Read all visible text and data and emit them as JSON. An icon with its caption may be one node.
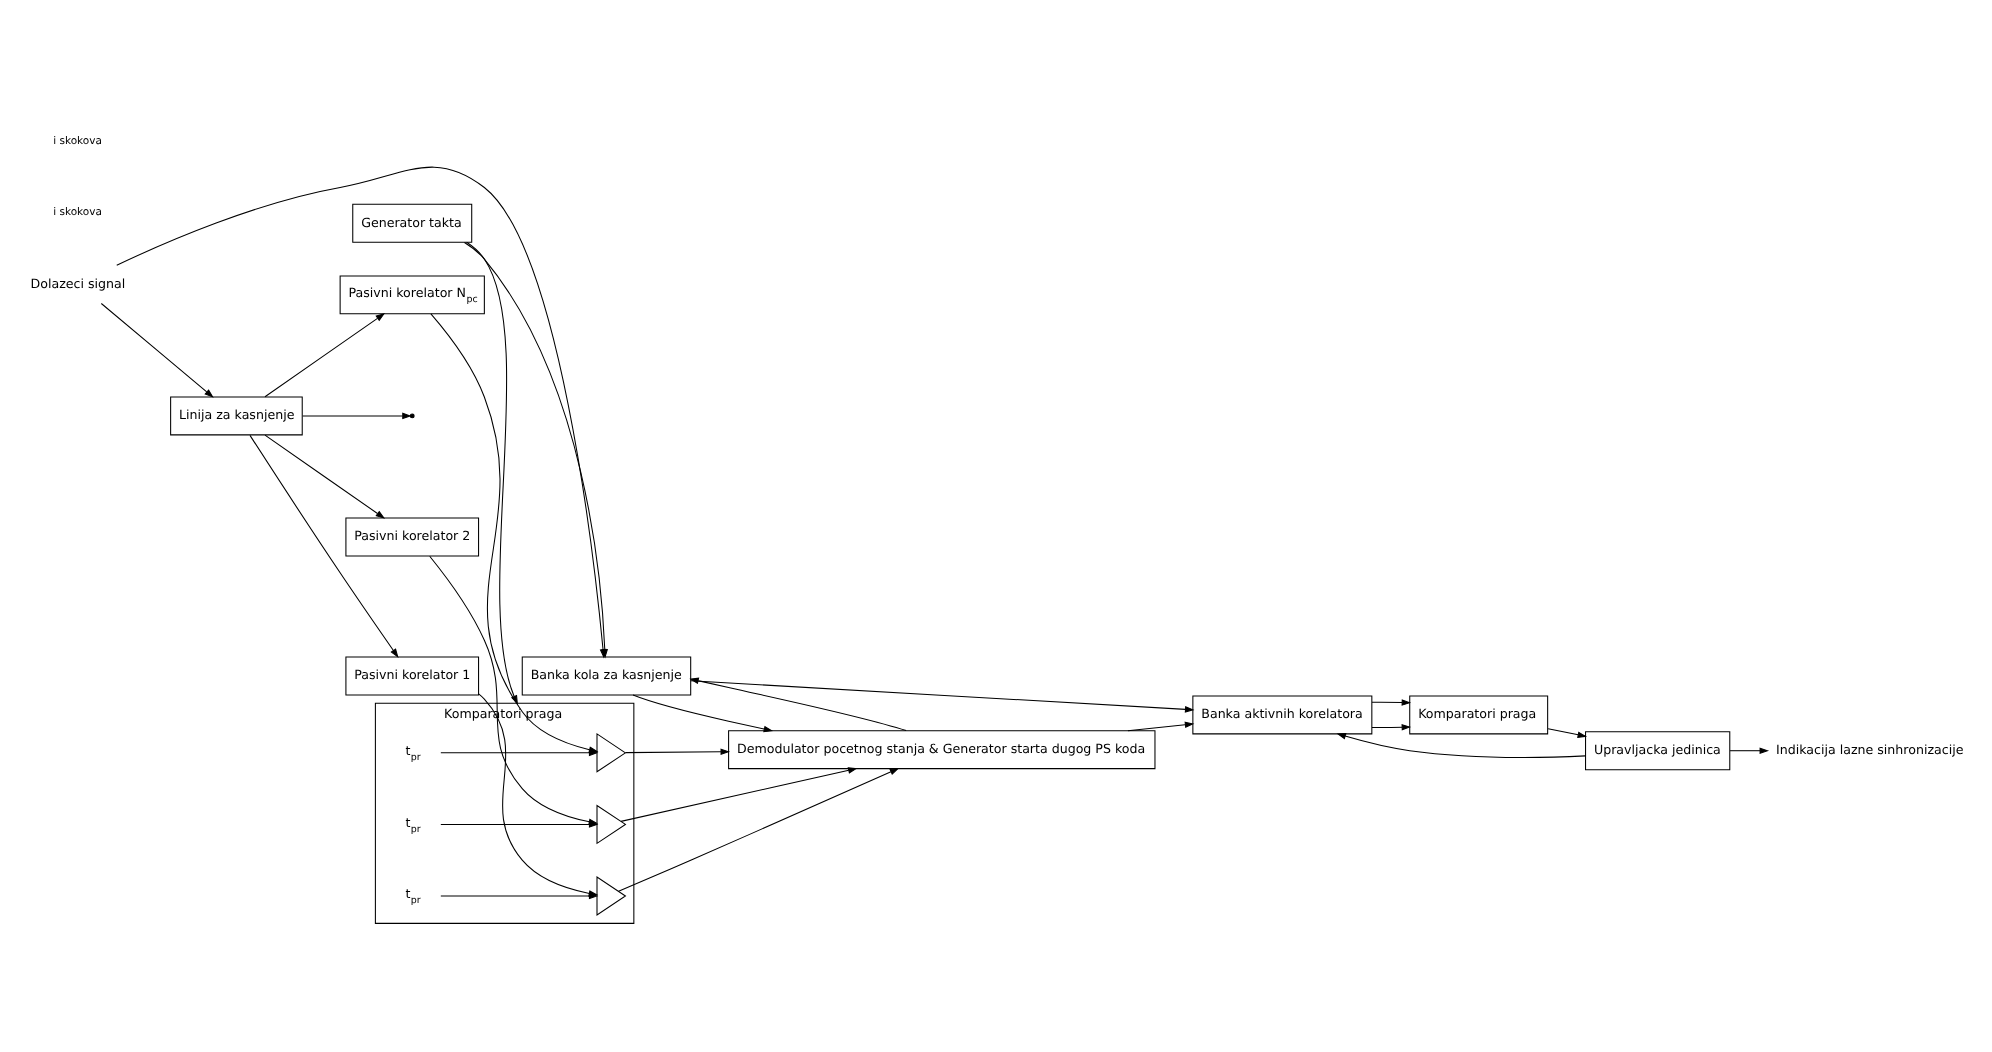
{
  "diagram": {
    "nodes": [
      {
        "text": [
          "Dolazeci signal"
        ]
      },
      {
        "text": [
          "Banka kola za kasnjenje"
        ]
      },
      {
        "text": [
          "Linija za kasnjenje"
        ]
      },
      {
        "text": [
          "Pasivni korelator N$_{pc}$"
        ]
      },
      {
        "text": [
          "Komparatori praga"
        ]
      },
      {
        "text": [],
        "shape": "triangle",
        "in": 4
      },
      {
        "text": [
          "t$_{pr}$"
        ],
        "in": 4
      },
      {
        "text": [
          "Pasivni korelator 2"
        ]
      },
      {
        "text": [],
        "shape": "triangle",
        "in": 4
      },
      {
        "text": [
          "t$_{pr}$"
        ],
        "in": 4
      },
      {
        "text": [
          "Pasivni korelator 1"
        ]
      },
      {
        "text": [],
        "shape": "triangle",
        "in": 4
      },
      {
        "text": [
          "t$_{pr}$"
        ],
        "in": 4
      },
      {
        "text": [
          "Demodulator pocetnog stanja & Generator starta dugog PS koda"
        ]
      },
      {
        "text": [
          "Banka aktivnih korelatora"
        ]
      },
      {
        "text": [
          "Komparatori praga"
        ]
      },
      {
        "text": [
          "Generator takta"
        ]
      },
      {
        "text": [
          "Upravljacka jedinica"
        ]
      },
      {
        "text": [
          "Indikacija lazne sinhronizacije"
        ]
      }
    ],
    "edges": [
      {
        "from": 0,
        "to": 2,
        "arrow": "to"
      },
      {
        "from": 0,
        "to": 1,
        "arrow": "to"
      },
      {
        "from": 16,
        "to": 1,
        "arrow": "to"
      },
      {
        "from": 2,
        "to": 3,
        "arrow": "to"
      },
      {
        "from": 2,
        "to": null,
        "arrow": "to"
      },
      {
        "from": 2,
        "to": 7,
        "arrow": "to"
      },
      {
        "from": 2,
        "to": 10,
        "arrow": "to"
      },
      {
        "from": 3,
        "to": 5,
        "arrow": "to"
      },
      {
        "from": 6,
        "to": 5,
        "arrow": "to"
      },
      {
        "from": 7,
        "to": 8,
        "arrow": "to"
      },
      {
        "from": 9,
        "to": 8,
        "arrow": "to"
      },
      {
        "from": 10,
        "to": 11,
        "arrow": "to"
      },
      {
        "from": 12,
        "to": 11,
        "arrow": "to"
      },
      {
        "from": 16,
        "to": 4,
        "arrow": "to"
      },
      {
        "from": 5,
        "to": 13,
        "arrow": "to"
      },
      {
        "from": 8,
        "to": 13,
        "arrow": "to"
      },
      {
        "from": 11,
        "to": 13,
        "arrow": "to"
      },
      {
        "from": 1,
        "to": 13,
        "arrow": "to"
      },
      {
        "from": 13,
        "to": 1,
        "arrow": "to"
      },
      {
        "from": 1,
        "to": 14,
        "arrow": "to"
      },
      {
        "from": 13,
        "to": 14,
        "arrow": "to"
      },
      {
        "from": 14,
        "to": 15,
        "arrow": "to"
      },
      {
        "from": 14,
        "to": 15,
        "arrow": "to"
      },
      {
        "from": 15,
        "to": 17,
        "arrow": "to"
      },
      {
        "from": 17,
        "to": 14,
        "arrow": "to"
      },
      {
        "from": 17,
        "to": 18,
        "arrow": "to"
      }
    ],
    "labels": [
      "i skokova",
      "i skokova"
    ]
  }
}
